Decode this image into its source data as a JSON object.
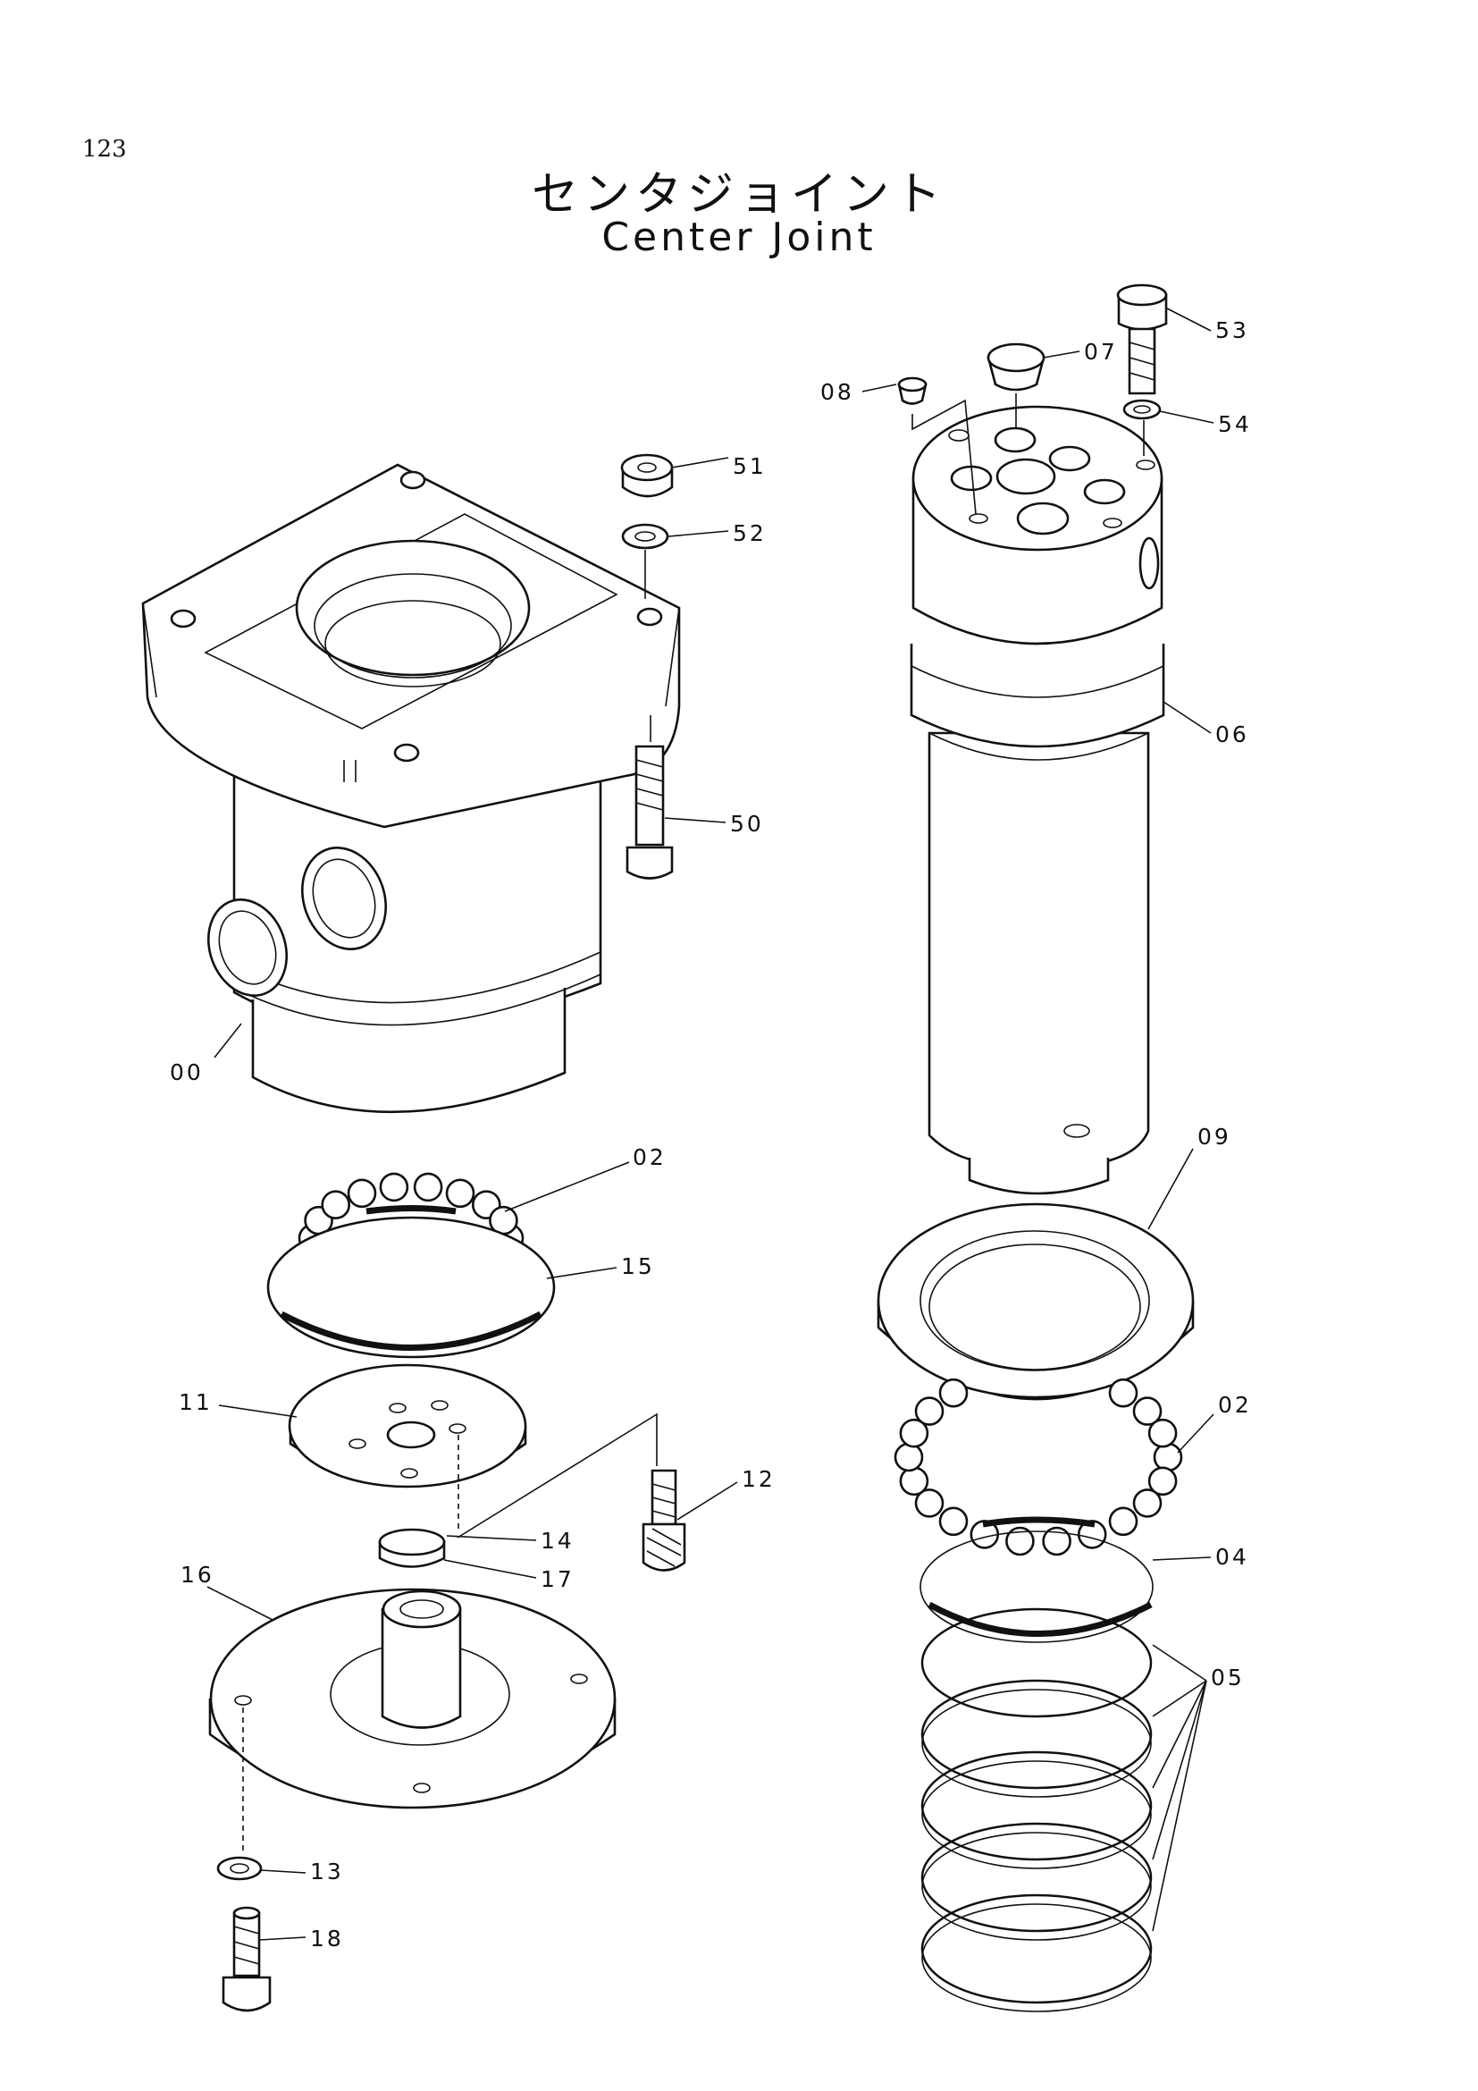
{
  "page": {
    "number": "123"
  },
  "title": {
    "jp": "センタジョイント",
    "en": "Center Joint"
  },
  "labels": {
    "p00": "00",
    "p02a": "02",
    "p02b": "02",
    "p04": "04",
    "p05": "05",
    "p06": "06",
    "p07": "07",
    "p08": "08",
    "p09": "09",
    "p11": "11",
    "p12": "12",
    "p13": "13",
    "p14": "14",
    "p15": "15",
    "p16": "16",
    "p17": "17",
    "p18": "18",
    "p50": "50",
    "p51": "51",
    "p52": "52",
    "p53": "53",
    "p54": "54"
  }
}
